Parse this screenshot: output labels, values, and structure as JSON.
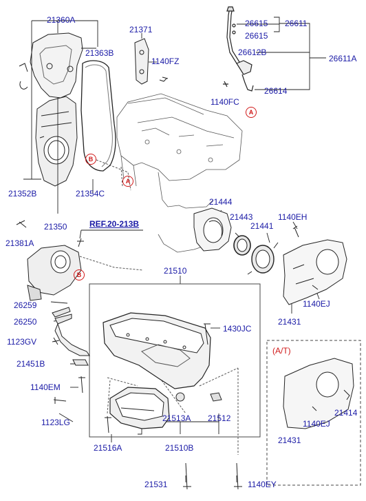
{
  "labels": {
    "p21360A": "21360A",
    "p21363B": "21363B",
    "p21371": "21371",
    "p1140FZ": "1140FZ",
    "p26615a": "26615",
    "p26615b": "26615",
    "p26611": "26611",
    "p26612B": "26612B",
    "p26611A": "26611A",
    "p1140FC": "1140FC",
    "p26614": "26614",
    "p21352B": "21352B",
    "p21354C": "21354C",
    "p21350": "21350",
    "p21381A": "21381A",
    "p21444": "21444",
    "p21443": "21443",
    "p21441": "21441",
    "p1140EH": "1140EH",
    "p1140EJa": "1140EJ",
    "p21431a": "21431",
    "p21510": "21510",
    "p1430JC": "1430JC",
    "p26259": "26259",
    "p26250": "26250",
    "p1123GV": "1123GV",
    "p21451B": "21451B",
    "p1140EM": "1140EM",
    "p1123LG": "1123LG",
    "p21513A": "21513A",
    "p21512": "21512",
    "p21516A": "21516A",
    "p21510B": "21510B",
    "p21531": "21531",
    "p1140EY": "1140EY",
    "p1140EJb": "1140EJ",
    "p21414": "21414",
    "p21431b": "21431"
  },
  "ref_link": "REF.20-213B",
  "at_label": "(A/T)",
  "markers": {
    "A": "A",
    "B": "B"
  },
  "colors": {
    "label": "#1a1aa6",
    "marker": "#d01818",
    "line": "#222222"
  }
}
